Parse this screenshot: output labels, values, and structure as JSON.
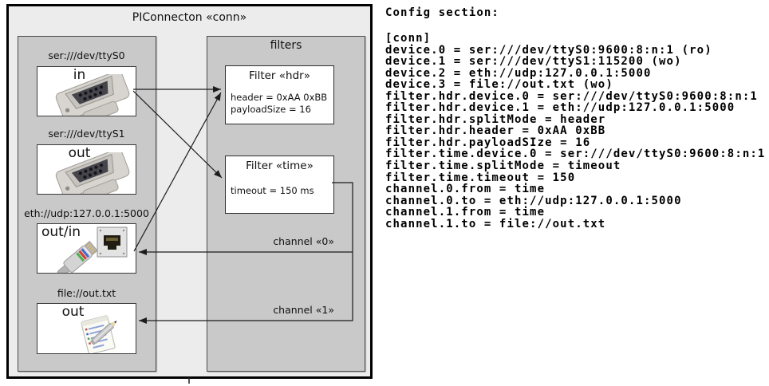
{
  "diagram": {
    "title": "PIConnecton «conn»",
    "colors": {
      "outer_fill": "#ececec",
      "panel_fill": "#c9c9c9",
      "box_fill": "#ffffff",
      "line_color": "#1c1c1c"
    },
    "devices": [
      {
        "url": "ser:///dev/ttyS0",
        "direction": "in",
        "icon": "db9-serial-connector-icon"
      },
      {
        "url": "ser:///dev/ttyS1",
        "direction": "out",
        "icon": "db9-serial-connector-icon"
      },
      {
        "url": "eth://udp:127.0.0.1:5000",
        "direction": "out/in",
        "icon": "ethernet-rj45-icon"
      },
      {
        "url": "file://out.txt",
        "direction": "out",
        "icon": "notepad-pencil-icon"
      }
    ],
    "filters_panel": {
      "title": "filters",
      "filters": [
        {
          "title": "Filter «hdr»",
          "attributes": [
            "header = 0xAA 0xBB",
            "payloadSize = 16"
          ]
        },
        {
          "title": "Filter «time»",
          "attributes": [
            "timeout = 150 ms"
          ]
        }
      ]
    },
    "channels": [
      {
        "label": "channel «0»"
      },
      {
        "label": "channel «1»"
      }
    ]
  },
  "config": {
    "heading": "Config section:",
    "lines": [
      "[conn]",
      "device.0 = ser:///dev/ttyS0:9600:8:n:1 (ro)",
      "device.1 = ser:///dev/ttyS1:115200 (wo)",
      "device.2 = eth://udp:127.0.0.1:5000",
      "device.3 = file://out.txt (wo)",
      "filter.hdr.device.0 = ser:///dev/ttyS0:9600:8:n:1",
      "filter.hdr.device.1 = eth://udp:127.0.0.1:5000",
      "filter.hdr.splitMode = header",
      "filter.hdr.header = 0xAA 0xBB",
      "filter.hdr.payloadSIze = 16",
      "filter.time.device.0 = ser:///dev/ttyS0:9600:8:n:1",
      "filter.time.splitMode = timeout",
      "filter.time.timeout = 150",
      "channel.0.from = time",
      "channel.0.to = eth://udp:127.0.0.1:5000",
      "channel.1.from = time",
      "channel.1.to = file://out.txt"
    ]
  }
}
